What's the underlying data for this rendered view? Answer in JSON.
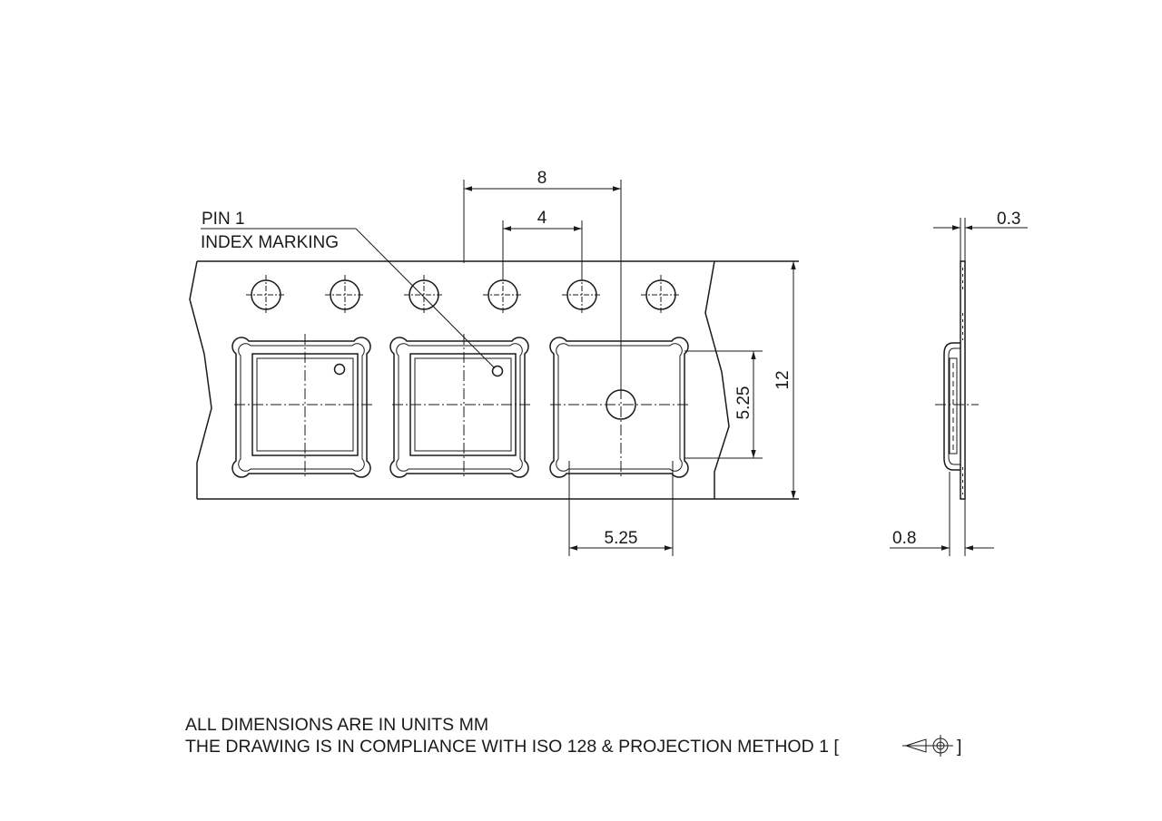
{
  "callout": {
    "line1": "PIN 1",
    "line2": "INDEX MARKING"
  },
  "dimensions": {
    "pitch": "8",
    "hole_pitch": "4",
    "pocket_height": "5.25",
    "tape_width": "12",
    "pocket_width": "5.25",
    "tape_thickness": "0.3",
    "pocket_depth": "0.8"
  },
  "notes": {
    "units": "ALL DIMENSIONS ARE IN UNITS MM",
    "compliance": "THE DRAWING IS IN COMPLIANCE WITH ISO 128 & PROJECTION METHOD 1 [",
    "compliance_close": "]"
  }
}
